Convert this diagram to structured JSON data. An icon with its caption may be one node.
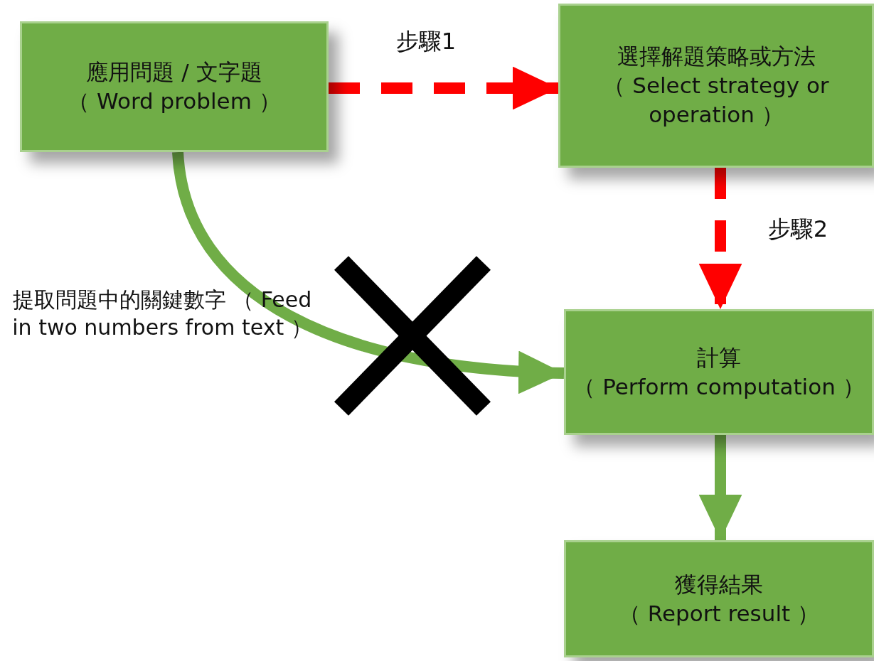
{
  "diagram": {
    "nodes": [
      {
        "text": [
          "應用問題 / 文字題",
          "（ Word problem ）"
        ]
      },
      {
        "text": [
          "選擇解題策略或方法",
          "（ Select strategy or operation ）"
        ]
      },
      {
        "text": [
          "計算",
          "（ Perform computation ）"
        ]
      },
      {
        "text": [
          "獲得結果",
          "（ Report result ）"
        ]
      }
    ],
    "edges": [
      {
        "from": 0,
        "to": 1,
        "arrow": "to",
        "label": "步驟1",
        "style": "dashed",
        "color": "#ff0000"
      },
      {
        "from": 1,
        "to": 2,
        "arrow": "to",
        "label": "步驟2",
        "style": "dashed",
        "color": "#ff0000"
      },
      {
        "from": 0,
        "to": 2,
        "arrow": "to",
        "label": "提取問題中的關鍵數字 （ Feed in two numbers from text ）",
        "color": "#70ad47"
      },
      {
        "from": 2,
        "to": 3,
        "arrow": "to",
        "color": "#70ad47"
      }
    ]
  }
}
